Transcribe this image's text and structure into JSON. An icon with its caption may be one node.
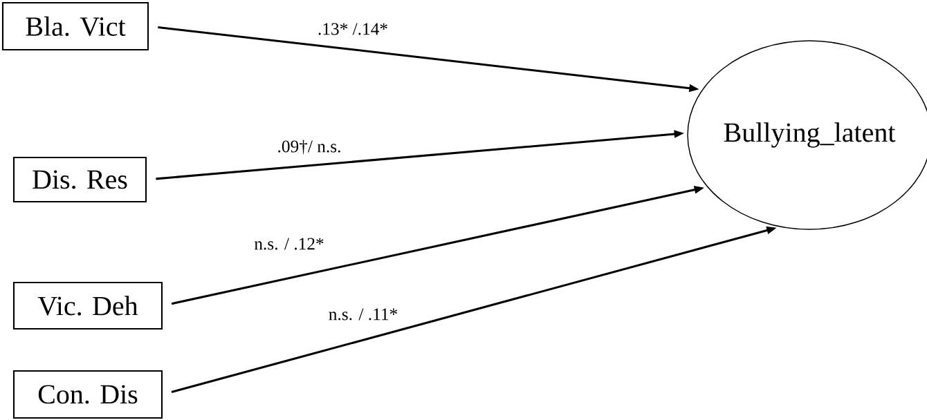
{
  "diagram": {
    "nodes": [
      {
        "text": [
          "Bla. Vict"
        ]
      },
      {
        "text": [
          "Dis. Res"
        ]
      },
      {
        "text": [
          "Vic. Deh"
        ]
      },
      {
        "text": [
          "Con. Dis"
        ]
      },
      {
        "text": [
          "Bullying_latent"
        ]
      }
    ],
    "edges": [
      {
        "from": 0,
        "to": 4,
        "arrow": "to",
        "label": ".13* /.14*"
      },
      {
        "from": 1,
        "to": 4,
        "arrow": "to",
        "label": ".09†/ n.s."
      },
      {
        "from": 2,
        "to": 4,
        "arrow": "to",
        "label": "n.s. / .12*"
      },
      {
        "from": 3,
        "to": 4,
        "arrow": "to",
        "label": "n.s. / .11*"
      }
    ]
  }
}
